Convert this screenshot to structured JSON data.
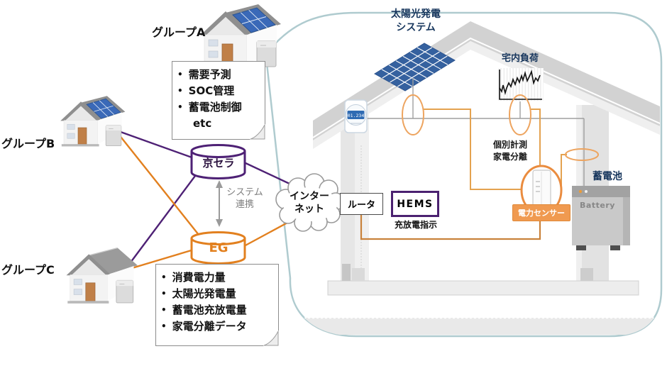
{
  "ui": {
    "bullet": "•"
  },
  "colors": {
    "purple": "#4E2175",
    "orange": "#E2801F",
    "orange_light": "#EDA45F",
    "teal_border": "#AFCBCF",
    "navy": "#17365D",
    "sensor_bg": "#F09A50",
    "arrow_gray": "#9A9A9A"
  },
  "left": {
    "groups": {
      "a": "グループA",
      "b": "グループB",
      "c": "グループC"
    },
    "control_note": {
      "items": [
        "需要予測",
        "SOC管理",
        "蓄電池制御"
      ],
      "footer": "etc"
    },
    "kyocera_db": "京セラ",
    "eg_db": "EG",
    "system_link": {
      "line1": "システム",
      "line2": "連携"
    },
    "internet": {
      "line1": "インター",
      "line2": "ネット"
    },
    "data_note": {
      "items": [
        "消費電力量",
        "太陽光発電量",
        "蓄電池充放電量",
        "家電分離データ"
      ]
    }
  },
  "panel": {
    "pv_system": {
      "line1": "太陽光発電",
      "line2": "システム"
    },
    "home_load": "宅内負荷",
    "router": "ルータ",
    "hems": "HEMS",
    "charge_instruction": "充放電指示",
    "measurement": {
      "line1": "個別計測",
      "line2": "家電分離"
    },
    "power_sensor": "電力センサー",
    "battery_jp": "蓄電池",
    "battery_en": "Battery",
    "meter_reading": "01.234"
  }
}
